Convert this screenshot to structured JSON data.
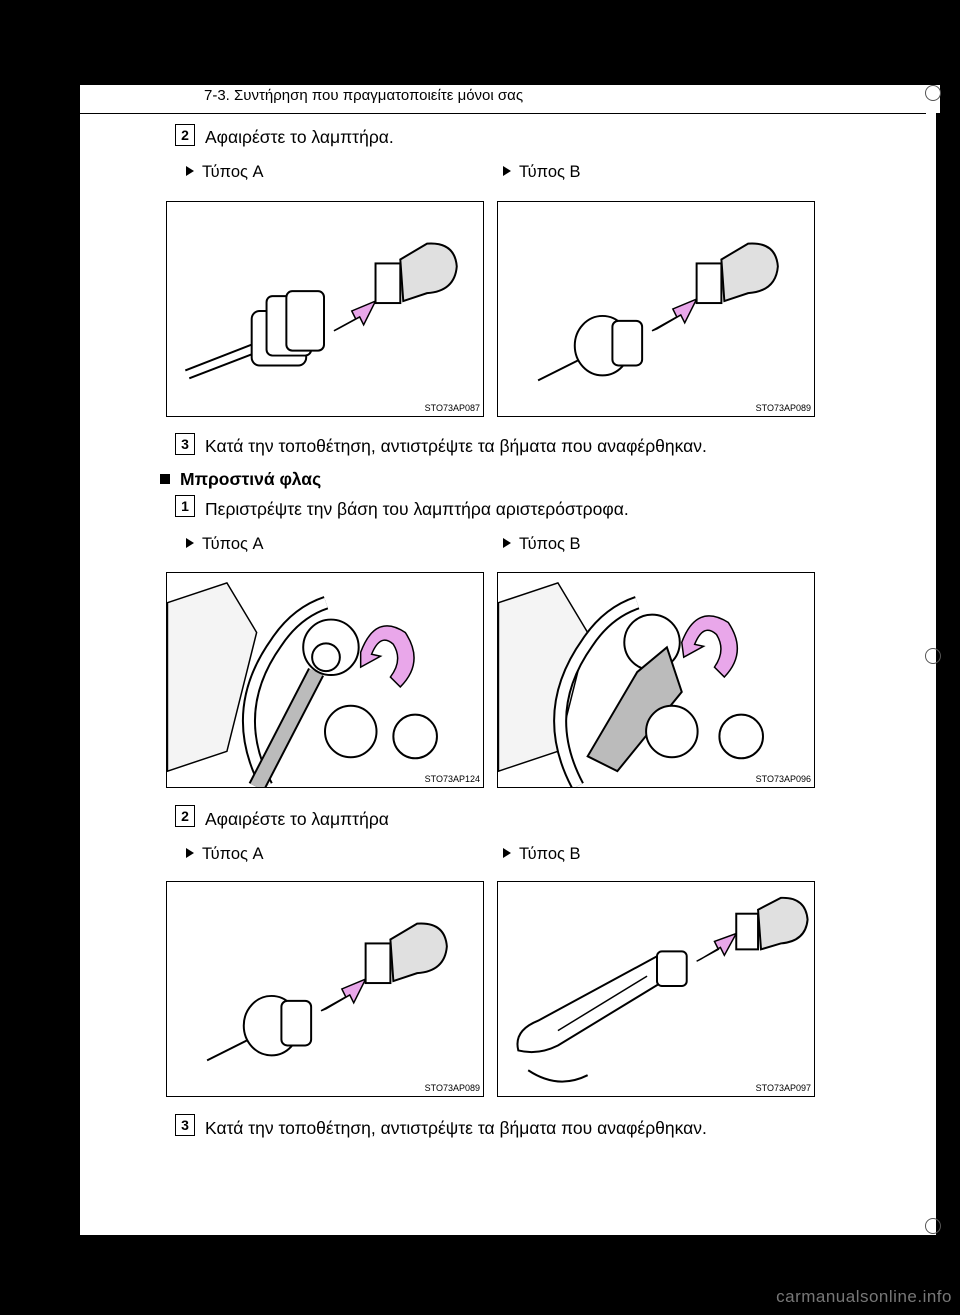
{
  "header": {
    "section": "7-3. Συντήρηση που πραγματοποιείτε μόνοι σας"
  },
  "steps": [
    {
      "number": "2",
      "text": "Αφαιρέστε το λαμπτήρα."
    },
    {
      "number": "3",
      "text": "Κατά την τοποθέτηση, αντιστρέψτε τα βήματα που αναφέρθηκαν."
    },
    {
      "number": "1",
      "text": "Περιστρέψτε την βάση του λαμπτήρα αριστερόστροφα."
    },
    {
      "number": "2",
      "text": "Αφαιρέστε το λαμπτήρα"
    },
    {
      "number": "3",
      "text": "Κατά την τοποθέτηση, αντιστρέψτε τα βήματα που αναφέρθηκαν."
    }
  ],
  "section_title": "Μπροστινά φλας",
  "types": {
    "a": "Τύπος A",
    "b": "Τύπος B"
  },
  "figures": [
    {
      "code": "STO73AP087"
    },
    {
      "code": "STO73AP089"
    },
    {
      "code": "STO73AP124"
    },
    {
      "code": "STO73AP096"
    },
    {
      "code": "STO73AP089"
    },
    {
      "code": "STO73AP097"
    }
  ],
  "watermark": "carmanualsonline.info",
  "colors": {
    "arrow": "#e9a7ea",
    "background": "#000000",
    "page": "#ffffff",
    "bulb": "#e0e0e0"
  }
}
